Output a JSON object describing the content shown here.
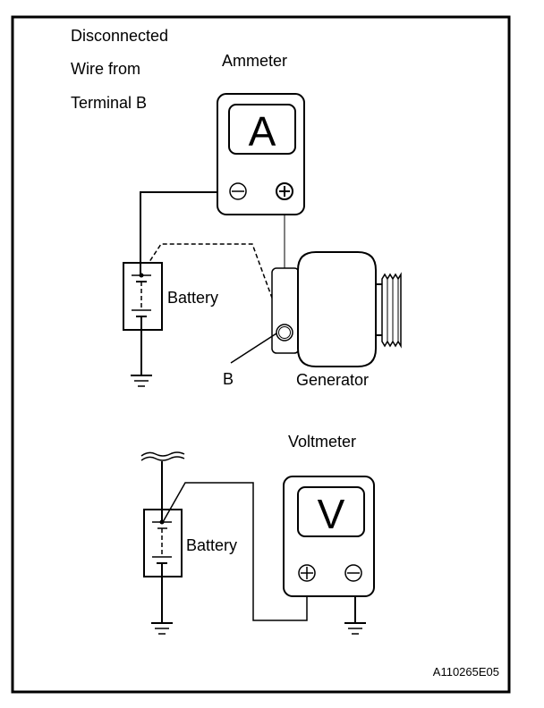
{
  "diagram": {
    "labels": {
      "disconnected_line1": "Disconnected",
      "disconnected_line2": "Wire from",
      "disconnected_line3": "Terminal B",
      "ammeter": "Ammeter",
      "battery_top": "Battery",
      "terminal_b": "B",
      "generator": "Generator",
      "voltmeter": "Voltmeter",
      "battery_bottom": "Battery",
      "figure_code": "A110265E05"
    },
    "ammeter": {
      "display_symbol": "A",
      "left_terminal": "minus",
      "right_terminal": "plus"
    },
    "voltmeter": {
      "display_symbol": "V",
      "left_terminal": "plus",
      "right_terminal": "minus"
    },
    "colors": {
      "line": "#000000",
      "background": "#ffffff"
    }
  }
}
